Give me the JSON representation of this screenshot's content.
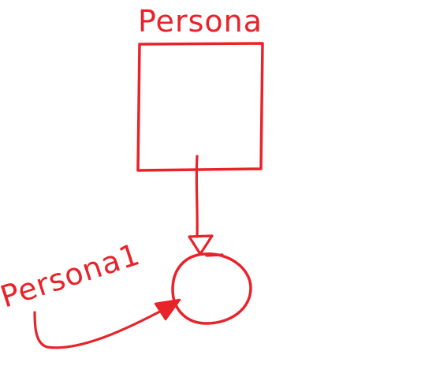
{
  "diagram": {
    "stroke_color": "#e8232a",
    "nodes": [
      {
        "id": "persona-box",
        "shape": "rectangle",
        "label": "Persona"
      },
      {
        "id": "persona1-circle",
        "shape": "circle",
        "label": "Persona1"
      }
    ],
    "edges": [
      {
        "from": "persona-box",
        "to": "persona1-circle",
        "style": "open-triangle-arrow"
      },
      {
        "from": "persona1-label",
        "to": "persona1-circle",
        "style": "filled-arrow"
      }
    ]
  }
}
